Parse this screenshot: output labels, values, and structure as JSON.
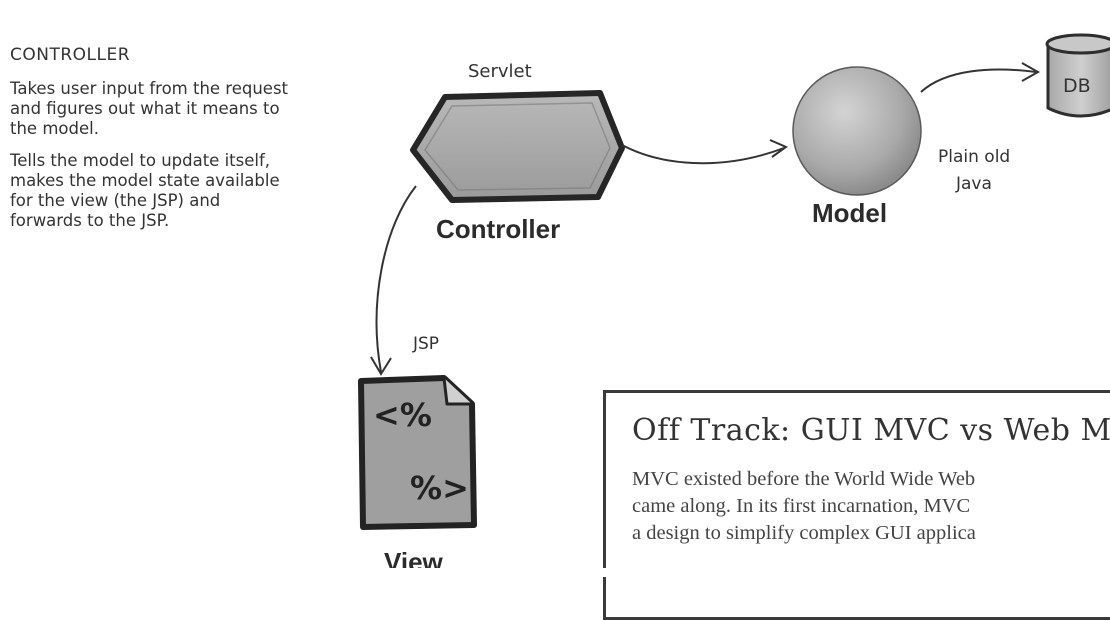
{
  "controller_text": {
    "heading": "CONTROLLER",
    "para1": [
      "Takes user input from the request",
      "and figures out what it means to",
      "the model."
    ],
    "para2": [
      "Tells the model to update itself,",
      "makes the model state available",
      "for the view (the JSP) and",
      "forwards to the JSP."
    ]
  },
  "diagram": {
    "servlet_note": "Servlet",
    "controller_label": "Controller",
    "model_label": "Model",
    "model_note": [
      "Plain old",
      "Java"
    ],
    "db_label": "DB",
    "jsp_note": "JSP",
    "view_label": "View",
    "view_glyph_top": "<%",
    "view_glyph_bottom": "%>"
  },
  "offtrack": {
    "title": "Off Track: GUI MVC vs Web M",
    "lines": [
      "MVC existed before the World Wide Web",
      "came along.  In its first incarnation, MVC",
      "a design to simplify complex GUI applica"
    ]
  }
}
